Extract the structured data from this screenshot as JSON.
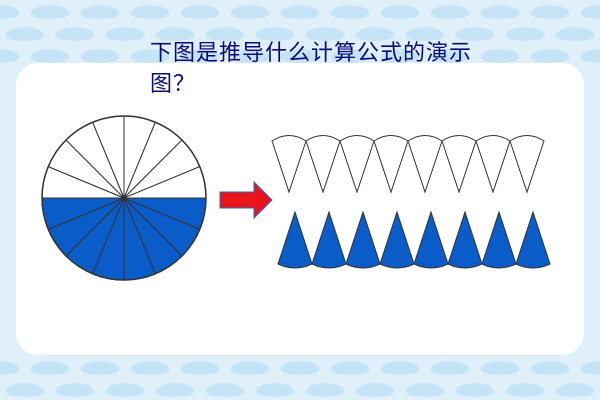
{
  "question": "下图是推导什么计算公式的演示图？",
  "colors": {
    "background": "#dff0fb",
    "cloud": "#c4e3f6",
    "panel": "#ffffff",
    "sector_fill": "#0a5cc8",
    "sector_empty": "#ffffff",
    "outline": "#333333",
    "arrow_fill": "#e8141c",
    "arrow_stroke": "#2a6ad0",
    "text": "#0a0a7a"
  },
  "circle": {
    "sectors": 16,
    "filled_half": "bottom"
  },
  "rearranged": {
    "top_row_count": 8,
    "bottom_row_count": 8,
    "top_row": "white",
    "bottom_row": "blue"
  },
  "arrow": {
    "direction": "right"
  }
}
